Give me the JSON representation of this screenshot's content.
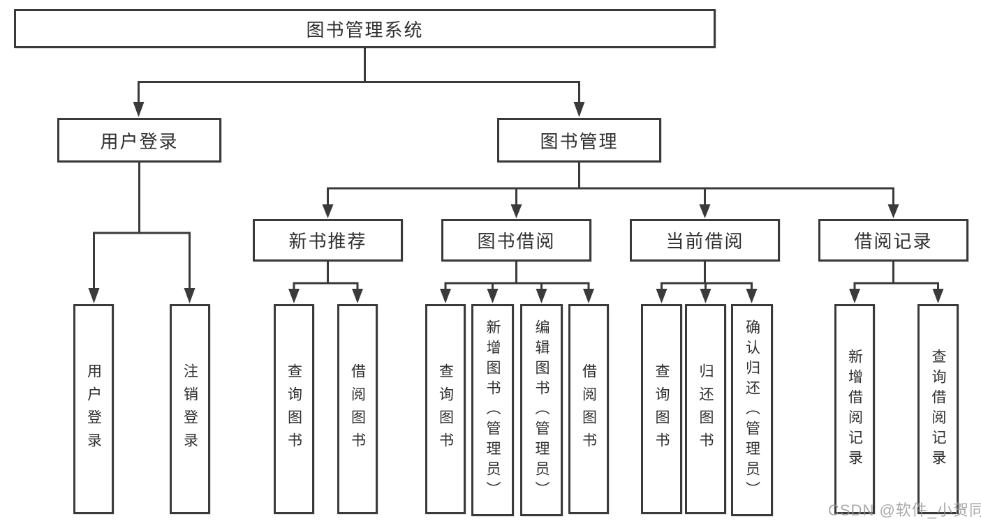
{
  "tree": {
    "label": "图书管理系统",
    "children": [
      {
        "label": "用户登录",
        "children": [
          {
            "label": "用户登录"
          },
          {
            "label": "注销登录"
          }
        ]
      },
      {
        "label": "图书管理",
        "children": [
          {
            "label": "新书推荐",
            "children": [
              {
                "label": "查询图书"
              },
              {
                "label": "借阅图书"
              }
            ]
          },
          {
            "label": "图书借阅",
            "children": [
              {
                "label": "查询图书"
              },
              {
                "label": "新增图书（管理员）"
              },
              {
                "label": "编辑图书（管理员）"
              },
              {
                "label": "借阅图书"
              }
            ]
          },
          {
            "label": "当前借阅",
            "children": [
              {
                "label": "查询图书"
              },
              {
                "label": "归还图书"
              },
              {
                "label": "确认归还（管理员）"
              }
            ]
          },
          {
            "label": "借阅记录",
            "children": [
              {
                "label": "新增借阅记录"
              },
              {
                "label": "查询借阅记录"
              }
            ]
          }
        ]
      }
    ]
  },
  "watermark": "CSDN @软件_小贺同学",
  "colors": {
    "line": "#3a3a3a",
    "text": "#2f2f2f",
    "background": "#ffffff",
    "watermark": "#969696"
  }
}
